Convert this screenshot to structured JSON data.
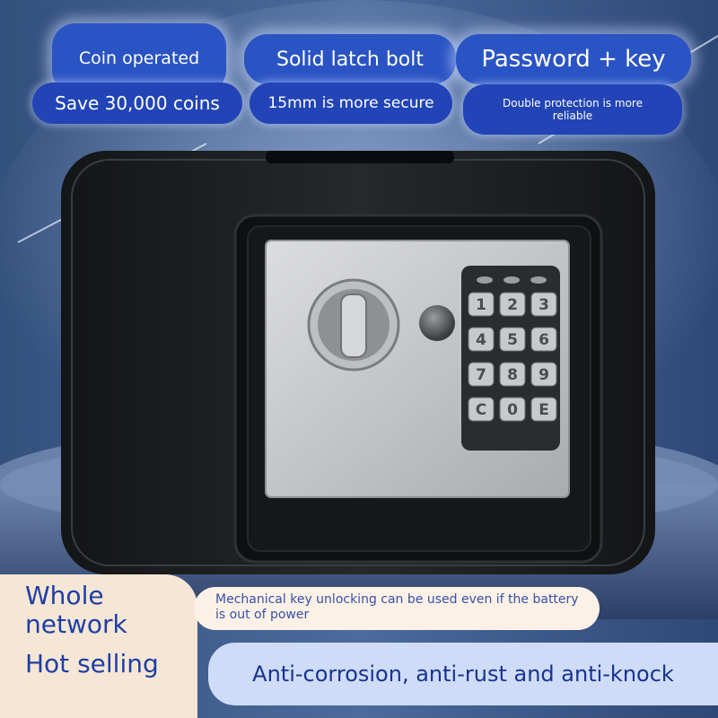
{
  "features": {
    "coin": {
      "title": "Coin operated",
      "subtitle": "Save 30,000 coins"
    },
    "latch": {
      "title": "Solid latch bolt",
      "subtitle": "15mm is more secure"
    },
    "password": {
      "title": "Password + key",
      "subtitle": "Double protection is more reliable"
    }
  },
  "keypad": {
    "keys": [
      "1",
      "2",
      "3",
      "4",
      "5",
      "6",
      "7",
      "8",
      "9",
      "C",
      "0",
      "E"
    ],
    "indicator_lights": 3
  },
  "promo": {
    "line1": "Whole network",
    "line2": "Hot selling"
  },
  "note": "Mechanical key unlocking can be used even if the battery is out of power",
  "banner": "Anti-corrosion, anti-rust and anti-knock",
  "colors": {
    "pill_blue": "#2a54c4",
    "safe_body": "#1c1d1f",
    "panel_silver": "#c9cacc",
    "promo_text": "#1d3fa4",
    "banner_text": "#18338e"
  }
}
